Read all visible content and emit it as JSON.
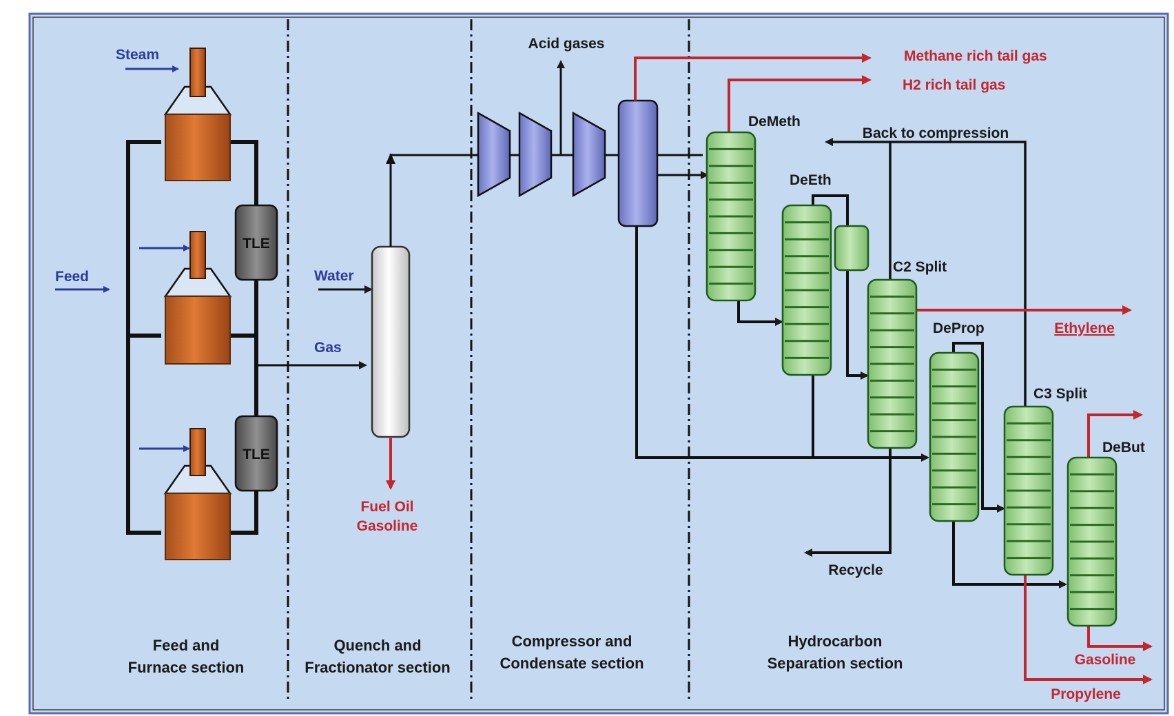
{
  "sections": [
    {
      "line1": "Feed and",
      "line2": "Furnace section"
    },
    {
      "line1": "Quench and",
      "line2": "Fractionator section"
    },
    {
      "line1": "Compressor and",
      "line2": "Condensate section"
    },
    {
      "line1": "Hydrocarbon",
      "line2": "Separation section"
    }
  ],
  "inputs": {
    "steam": "Steam",
    "feed": "Feed",
    "water": "Water",
    "gas": "Gas"
  },
  "equipment": {
    "tle_top": "TLE",
    "tle_bottom": "TLE",
    "demeth": "DeMeth",
    "deeth": "DeEth",
    "c2split": "C2 Split",
    "deprop": "DeProp",
    "c3split": "C3 Split",
    "debut": "DeBut"
  },
  "streams": {
    "acid_gases": "Acid gases",
    "methane": "Methane rich tail gas",
    "h2": "H2 rich tail gas",
    "back_to_compression": "Back to compression",
    "recycle": "Recycle",
    "fuel_oil": "Fuel Oil",
    "gasoline_quench": "Gasoline",
    "ethylene": "Ethylene",
    "gasoline": "Gasoline",
    "propylene": "Propylene"
  },
  "colors": {
    "background": "#c5d9f0",
    "frame": "#5a6bb5",
    "furnace": "#c9611f",
    "tle": "#6b6b6b",
    "column_green": "#9fd48f",
    "vessel_blue": "#8e98d8",
    "product_red": "#c4262e",
    "input_blue": "#2b3d9b"
  }
}
